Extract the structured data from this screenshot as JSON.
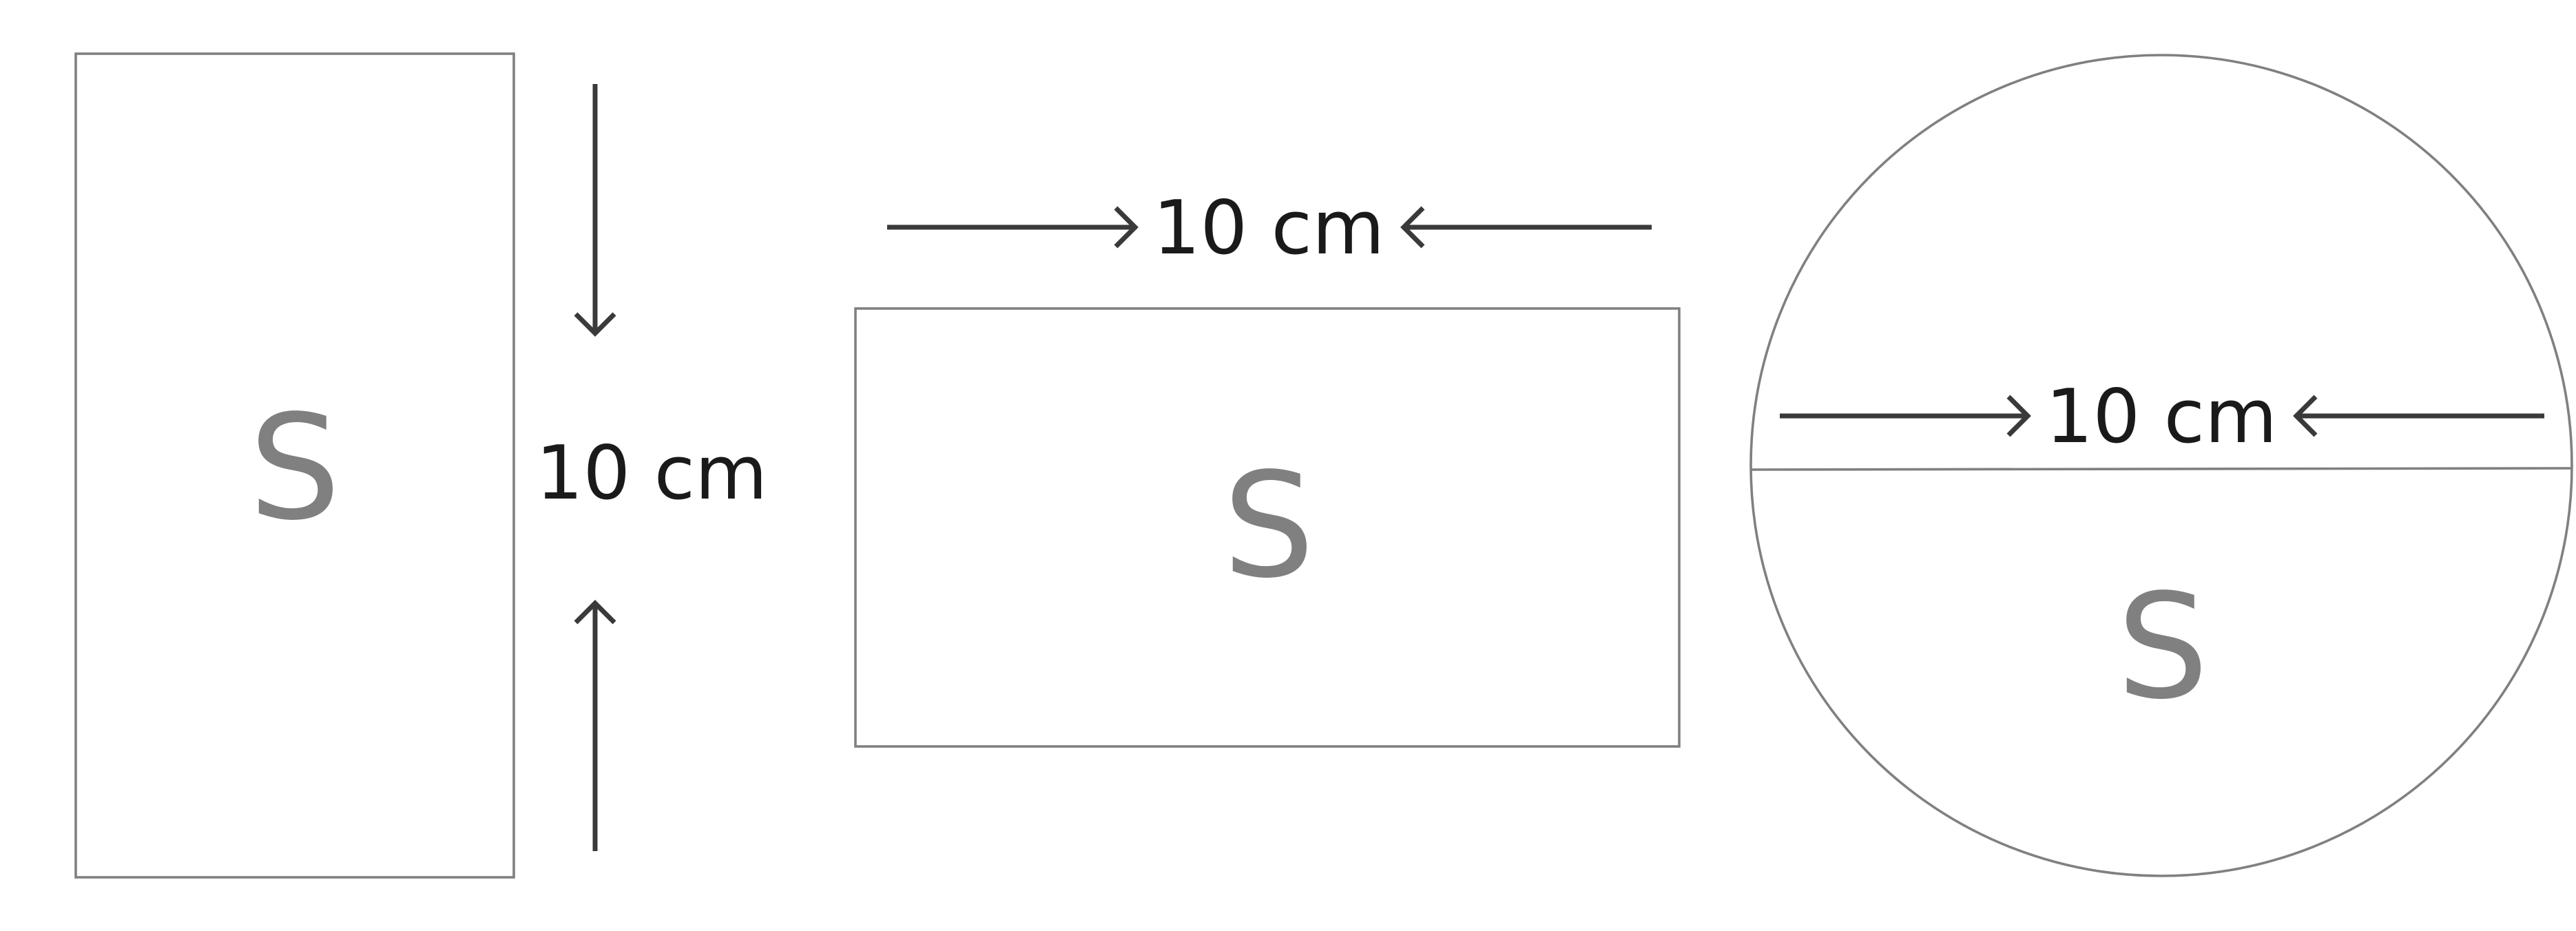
{
  "colors": {
    "background": "#ffffff",
    "shape_outline": "#808080",
    "arrow": "#3a3a3a",
    "dimension_text": "#1a1a1a",
    "shape_text": "#808080"
  },
  "figures": [
    {
      "shape": "rectangle (tall)",
      "area_label": "S",
      "dimension": "10 cm",
      "dimension_direction": "vertical"
    },
    {
      "shape": "rectangle (wide)",
      "area_label": "S",
      "dimension": "10 cm",
      "dimension_direction": "horizontal"
    },
    {
      "shape": "circle",
      "area_label": "S",
      "dimension": "10 cm",
      "dimension_direction": "horizontal (diameter)"
    }
  ]
}
